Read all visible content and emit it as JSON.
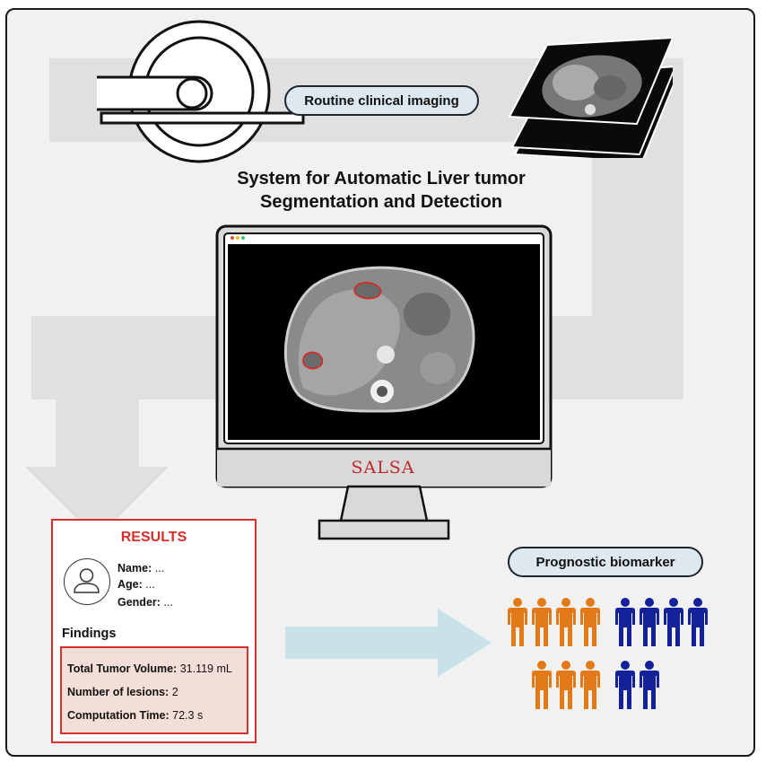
{
  "header": {
    "pill_label": "Routine clinical imaging",
    "title_line1": "System for Automatic Liver tumor",
    "title_line2": "Segmentation and Detection"
  },
  "monitor": {
    "brand_label": "SALSA",
    "window_dot_colors": [
      "#e74c3c",
      "#f1c40f",
      "#2ecc71"
    ],
    "tumor_outline_color": "#d22b2b"
  },
  "results": {
    "title": "RESULTS",
    "name_label": "Name:",
    "name_value": "...",
    "age_label": "Age:",
    "age_value": "...",
    "gender_label": "Gender:",
    "gender_value": "...",
    "avatar_icon": "user-icon",
    "findings_label": "Findings",
    "findings": {
      "volume_label": "Total Tumor Volume:",
      "volume_value": "31.119 mL",
      "lesions_label": "Number of lesions:",
      "lesions_value": "2",
      "time_label": "Computation Time:",
      "time_value": "72.3 s"
    }
  },
  "biomarker": {
    "pill_label": "Prognostic biomarker",
    "group_orange_count": 7,
    "group_blue_count": 6,
    "orange_color": "#e37a17",
    "blue_color": "#13219a"
  },
  "colors": {
    "flow_arrow": "#e0e0e0",
    "result_arrow": "#c9e2ea",
    "accent_red": "#d62d27",
    "pill_fill": "#dde8f0"
  }
}
